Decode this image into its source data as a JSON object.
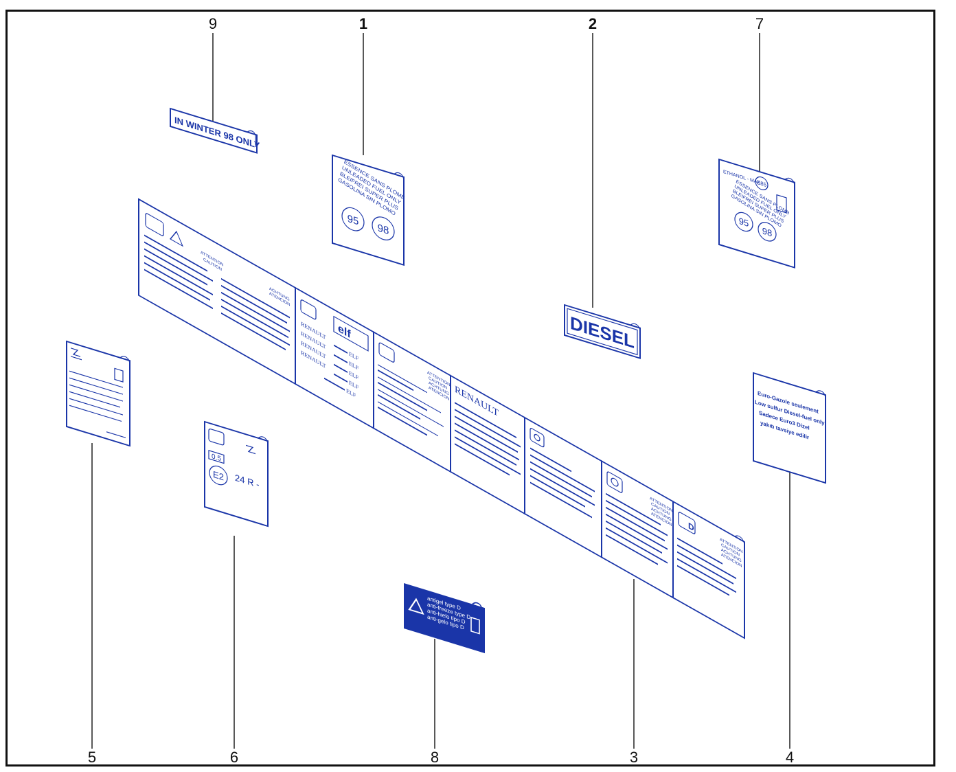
{
  "colors": {
    "label_blue": "#1a35a8",
    "frame": "#111111"
  },
  "callouts": {
    "c1": "1",
    "c2": "2",
    "c3": "3",
    "c4": "4",
    "c5": "5",
    "c6": "6",
    "c7": "7",
    "c8": "8",
    "c9": "9"
  },
  "labels": {
    "winter": "IN WINTER 98 ONLY",
    "fuel1": {
      "l1": "ESSENCE SANS PLOMB",
      "l2": "UNLEADED FUEL ONLY",
      "l3": "BLEIFREI SUPER PLUS",
      "l4": "GASOLINA SIN PLOMO",
      "o95": "95",
      "o98": "98"
    },
    "diesel": "DIESEL",
    "ethanol": {
      "l0": "ETHANOL - MAX",
      "e85": "E85",
      "l1": "ESSENCE SANS PLOMB",
      "l2": "UNLEADED FUEL ONLY",
      "l3": "BLEIFREI SUPER PLUS",
      "l4": "GASOLINA SIN PLOMO",
      "o95": "95",
      "o98": "98"
    },
    "euro": {
      "l1": "Euro-Gazole seulement",
      "l2": "Low sulfur Diesel-fuel only",
      "l3": "Sadece Euro3 Dizel",
      "l4": "yakıtı tavsiye edilir"
    },
    "tyre": {
      "pressure": "0.5",
      "e2": "E2",
      "code": "24 R -"
    },
    "antifreeze": {
      "l1": "antigel type D",
      "l2": "anti-freeze type D",
      "l3": "anti-hielo tipo D",
      "l4": "anti-gelo tipo D"
    },
    "strip": {
      "attention1": "ATTENTION",
      "caution1": "CAUTION",
      "achtung1": "ACHTUNG",
      "atencion1": "ATENCION",
      "elf": "elf",
      "renault": "RENAULT",
      "elf_word": "ELF",
      "brand": "RENAULT",
      "attention2": "ATTENTION",
      "caution2": "CAUTION",
      "achtung2": "ACHTUNG",
      "atencion2": "ATENCION",
      "attention3": "ATTENTION",
      "caution3": "CAUTION",
      "achtung3": "ACHTUNG",
      "atencion3": "ATENCION",
      "attention4": "ATTENTION",
      "caution4": "CAUTION",
      "achtung4": "ACHTUNG",
      "atencion4": "ATENCION",
      "md": "D"
    }
  }
}
